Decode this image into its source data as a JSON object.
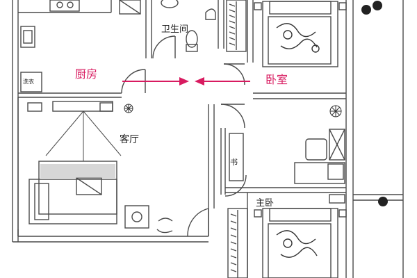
{
  "rooms": {
    "bathroom": "卫生间",
    "living_room": "客厅",
    "study_desk": "书",
    "bedroom_lower": "主卧"
  },
  "annotations": {
    "kitchen": "厨房",
    "bedroom": "卧室",
    "arrow_color": "#d81b60"
  },
  "appliance_text": "洗衣"
}
